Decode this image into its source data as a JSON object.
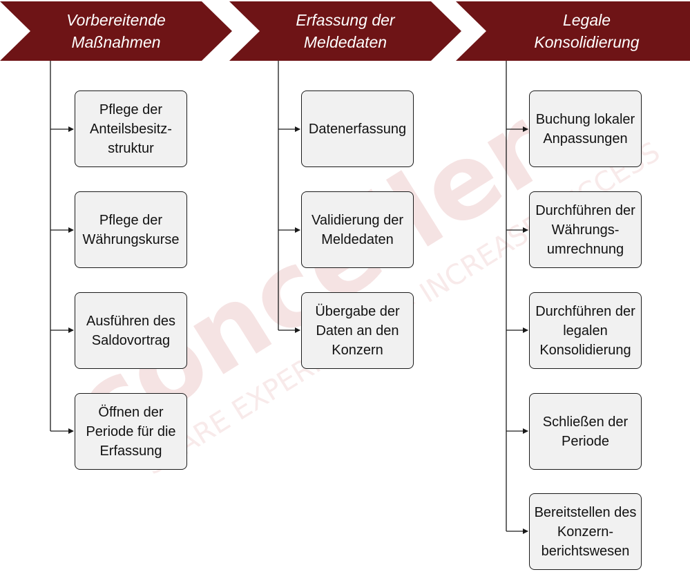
{
  "colors": {
    "header": "#6e1416",
    "box_fill": "#f1f1f1",
    "line": "#1a1a1a",
    "watermark": "#f2d9d9"
  },
  "watermark": {
    "brand": "concellers",
    "tagline": "SHARE EXPERIENCES – INCREASE SUCCESS"
  },
  "columns": [
    {
      "title": "Vorbereitende\nMaßnahmen",
      "steps": [
        "Pflege der\nAnteilsbesitz-\nstruktur",
        "Pflege der\nWährungskurse",
        "Ausführen des\nSaldovortrag",
        "Öffnen der\nPeriode für die\nErfassung"
      ]
    },
    {
      "title": "Erfassung der\nMeldedaten",
      "steps": [
        "Datenerfassung",
        "Validierung der\nMeldedaten",
        "Übergabe der\nDaten an den\nKonzern"
      ]
    },
    {
      "title": "Legale\nKonsolidierung",
      "steps": [
        "Buchung lokaler\nAnpassungen",
        "Durchführen der\nWährungs-\numrechnung",
        "Durchführen der\nlegalen\nKonsolidierung",
        "Schließen der\nPeriode",
        "Bereitstellen des\nKonzern-\nberichtswesen"
      ]
    }
  ]
}
